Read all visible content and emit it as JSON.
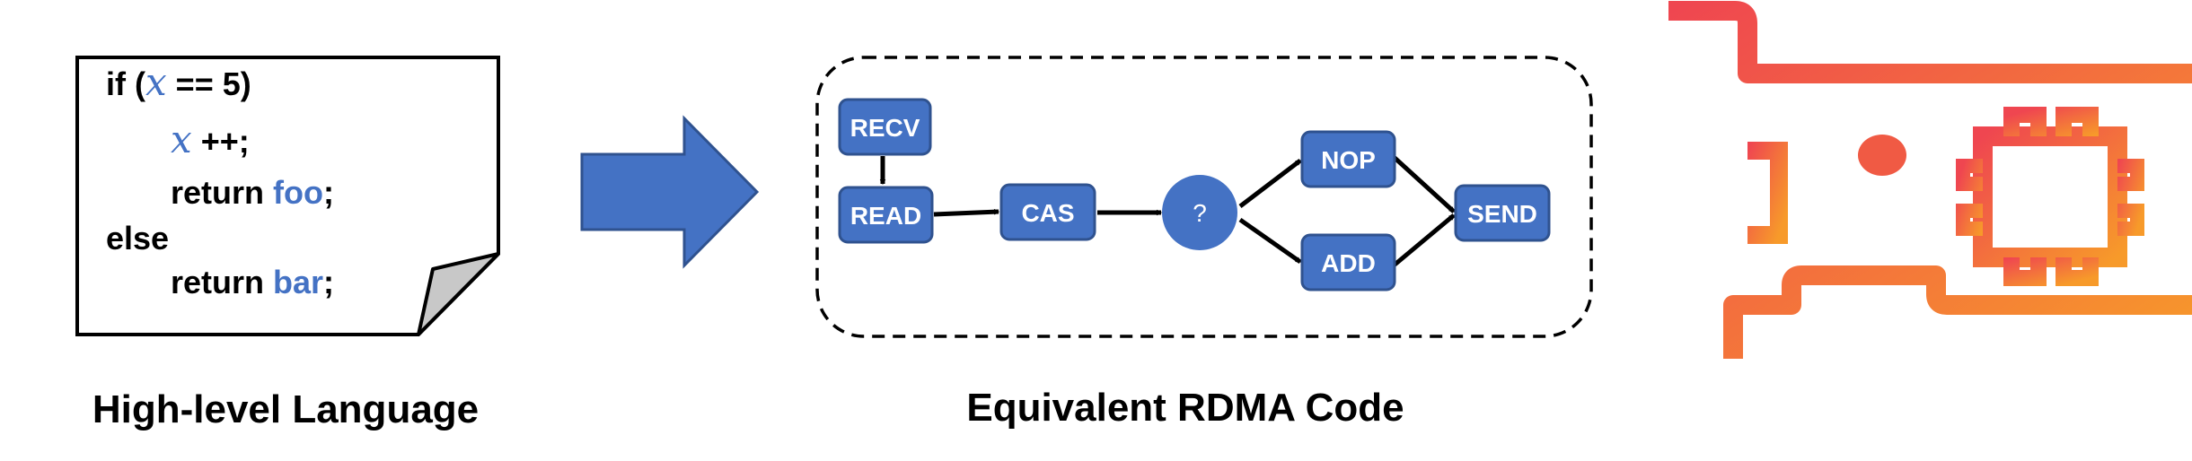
{
  "code_snippet": {
    "line1": {
      "kw_if": "if (",
      "var": "x",
      "rest": " == 5)"
    },
    "line2": {
      "var": "x",
      "rest": " ++;"
    },
    "line3": {
      "prefix": "return ",
      "ident": "foo",
      "suffix": ";"
    },
    "line4": {
      "kw_else": "else"
    },
    "line5": {
      "prefix": "return ",
      "ident": "bar",
      "suffix": ";"
    }
  },
  "captions": {
    "left": "High-level Language",
    "middle": "Equivalent RDMA Code"
  },
  "flow": {
    "nodes": {
      "recv": "RECV",
      "read": "READ",
      "cas": "CAS",
      "question": "?",
      "nop": "NOP",
      "add": "ADD",
      "send": "SEND"
    }
  },
  "colors": {
    "node_fill": "#4472C4",
    "node_stroke": "#2F528F",
    "arrow_fill": "#4472C4",
    "nic_gradient_start": "#EF4A4F",
    "nic_gradient_end": "#F58B2E",
    "code_highlight": "#4472C4"
  },
  "icons": {
    "document": "folded-page-icon",
    "transform_arrow": "right-arrow-icon",
    "nic": "network-card-chip-icon"
  }
}
